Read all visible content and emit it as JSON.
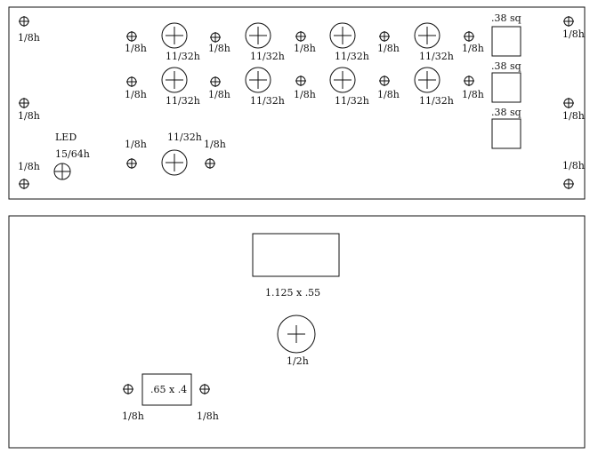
{
  "panel_top": {
    "holes_eighth_label": "1/8h",
    "holes_11_32_label": "11/32h",
    "led_label": "LED",
    "led_hole_label": "15/64h",
    "square_label": ".38 sq"
  },
  "panel_bottom": {
    "rect_large_label": "1.125 x .55",
    "hole_half_label": "1/2h",
    "rect_small_label": ".65 x .4",
    "holes_eighth_label": "1/8h"
  }
}
